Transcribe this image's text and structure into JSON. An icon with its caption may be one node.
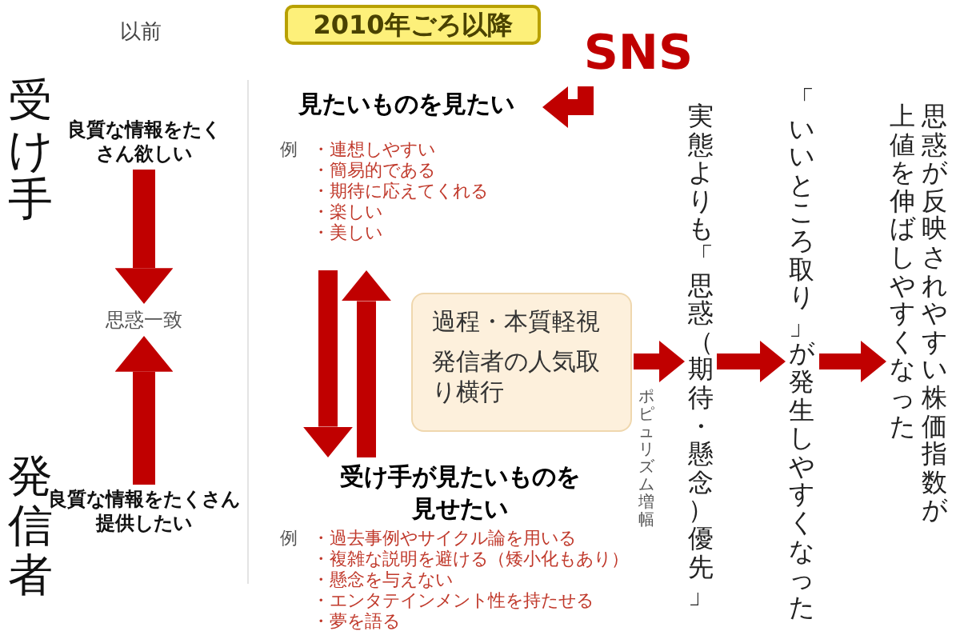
{
  "diagram": {
    "nodes": [
      {
        "text": [
          "2010年ごろ以降"
        ]
      },
      {
        "text": [
          "SNS"
        ]
      },
      {
        "text": [
          "良質な情報をたくさん欲しい"
        ]
      },
      {
        "text": [
          "思惑一致"
        ]
      },
      {
        "text": [
          "良質な情報をたくさん提供したい"
        ]
      },
      {
        "text": [
          "見たいものを見たい"
        ],
        "beside": [
          "例",
          "・連想しやすい",
          "・簡易的である",
          "・期待に応えてくれる",
          "・楽しい",
          "・美しい"
        ]
      },
      {
        "text": [
          "過程・本質軽視",
          "発信者の人気取り横行"
        ]
      },
      {
        "text": [
          "受け手が見たいものを見せたい"
        ],
        "beside": [
          "例",
          "・過去事例やサイクル論を用いる",
          "・複雑な説明を避ける（矮小化もあり）",
          "・懸念を与えない",
          "・エンタテインメント性を持たせる",
          "・夢を語る"
        ]
      },
      {
        "text": [
          "実態よりも「思惑（期待・懸念）優先」"
        ]
      },
      {
        "text": [
          "「いいところ取り」が発生しやすくなった"
        ]
      },
      {
        "text": [
          "思惑が反映されやすい株価指数が上値を伸ばしやすくなった"
        ]
      }
    ],
    "edges": [
      {
        "from": 2,
        "to": 3,
        "arrow": "to"
      },
      {
        "from": 4,
        "to": 3,
        "arrow": "to"
      },
      {
        "from": 1,
        "to": 5,
        "arrow": "to"
      },
      {
        "from": 5,
        "to": 7,
        "arrow": "to"
      },
      {
        "from": 7,
        "to": 5,
        "arrow": "to"
      },
      {
        "from": 6,
        "to": 8,
        "arrow": "to",
        "label": "ポピュリズム増幅"
      },
      {
        "from": 8,
        "to": 9,
        "arrow": "to"
      },
      {
        "from": 9,
        "to": 10,
        "arrow": "to"
      }
    ],
    "labels": [
      "以前",
      "受け手",
      "発信者"
    ]
  }
}
